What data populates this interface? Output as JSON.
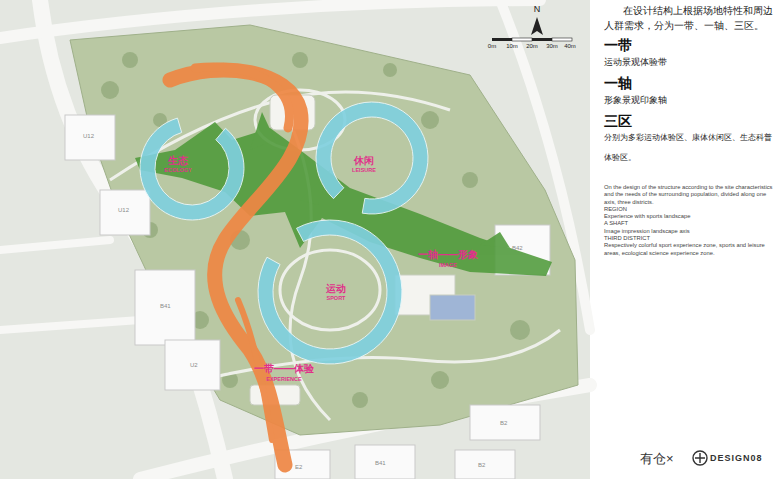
{
  "diagram": {
    "nodes": [
      {
        "text": [
          "生态",
          "ECOLOGY"
        ]
      },
      {
        "text": [
          "休闲",
          "LEISURE"
        ]
      },
      {
        "text": [
          "运动",
          "SPORT"
        ]
      }
    ],
    "labels": [
      "在设计结构上根据场地特性和周边人群需求，分为一带、一轴、三区。",
      "一带",
      "运动景观体验带",
      "一轴",
      "形象景观印象轴",
      "三区",
      "分别为多彩运动体验区、康体休闲区、生态科普体验区。",
      "On the design of the structure according to the site characteristics and the needs of the surrounding population, divided along one axis, three districts.",
      "REGION",
      "Experience with sports landscape",
      "A SHAFT",
      "Image impression landscape axis",
      "THIRD DISTRICT",
      "Respectively colorful sport experience zone, sports and leisure areas, ecological science experience zone.",
      "N",
      "0m",
      "10m",
      "20m",
      "30m",
      "40m",
      "一轴——形象",
      "IMAGE",
      "一带——体验",
      "EXPERIENCE",
      "U12",
      "U12",
      "B42",
      "B41",
      "U2",
      "B2",
      "E2",
      "B41",
      "B2",
      "有仓×",
      "DESIGN08"
    ]
  }
}
